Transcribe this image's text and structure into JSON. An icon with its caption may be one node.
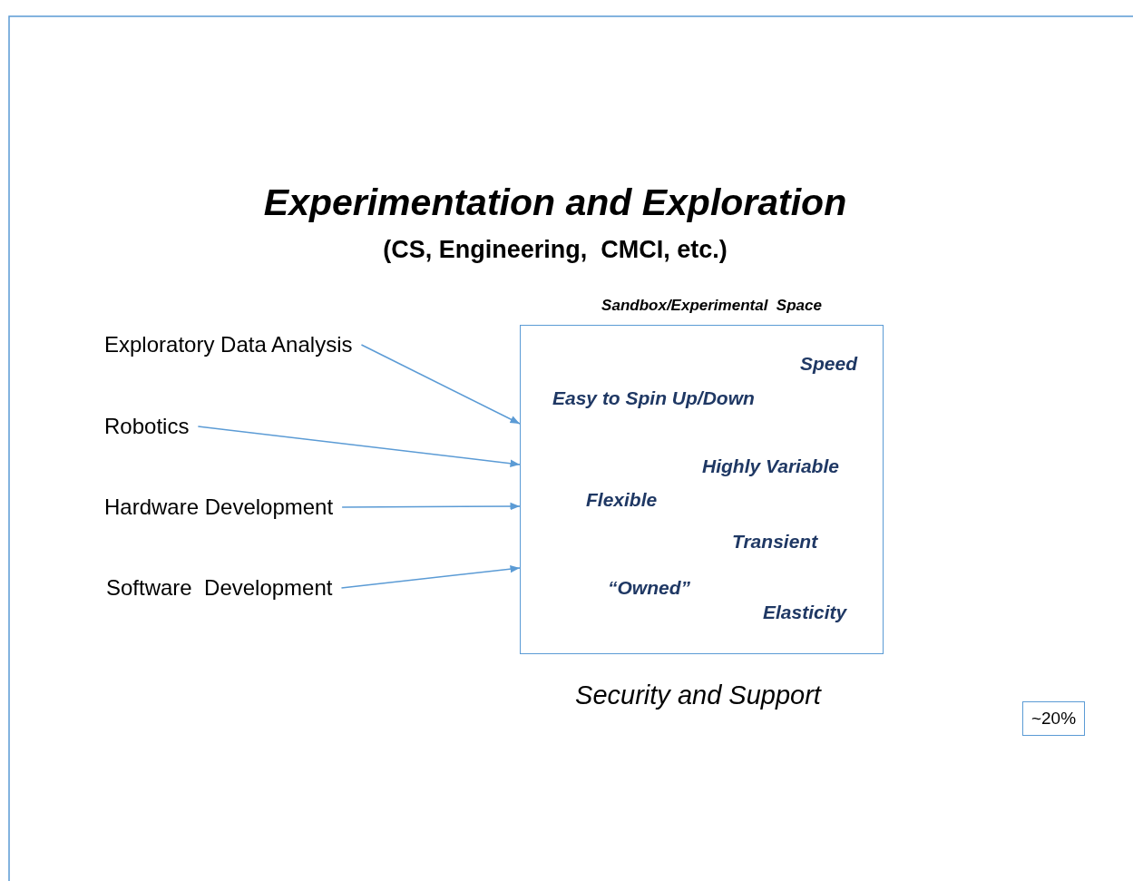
{
  "diagram": {
    "title": "Experimentation and Exploration",
    "nodes": [
      {
        "text": [
          "Sandbox/Experimental  Space",
          "Speed",
          "Easy to Spin Up/Down",
          "Highly Variable",
          "Flexible",
          "Transient",
          "“Owned”",
          "Elasticity"
        ],
        "beside": [
          "Security and Support"
        ]
      },
      {
        "text": [
          "Exploratory Data Analysis"
        ]
      },
      {
        "text": [
          "Robotics"
        ]
      },
      {
        "text": [
          "Hardware Development"
        ]
      },
      {
        "text": [
          "Software  Development"
        ]
      },
      {
        "text": [
          "~20%"
        ]
      }
    ],
    "edges": [
      {
        "from": 1,
        "to": 0,
        "arrow": "to"
      },
      {
        "from": 2,
        "to": 0,
        "arrow": "to"
      },
      {
        "from": 3,
        "to": 0,
        "arrow": "to"
      },
      {
        "from": 4,
        "to": 0,
        "arrow": "to"
      }
    ],
    "labels": [
      "(CS, Engineering,  CMCI, etc.)"
    ]
  }
}
